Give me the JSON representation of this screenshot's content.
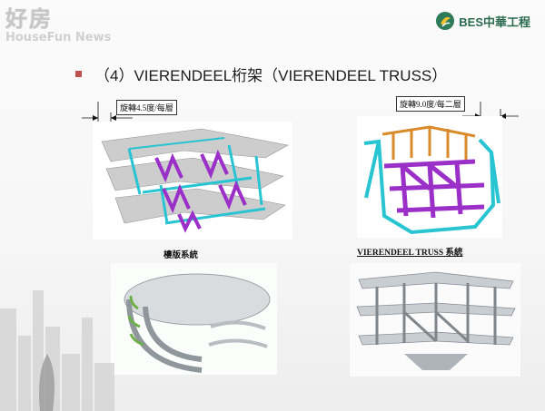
{
  "watermark": {
    "primary": "好房",
    "secondary": "HouseFun News"
  },
  "brand": {
    "name": "BES中華工程",
    "color": "#2a6a4f"
  },
  "slide": {
    "bullet_color": "#c0504d",
    "title": "（4）VIERENDEEL桁架（VIERENDEEL TRUSS）"
  },
  "figures": {
    "rotation_note_left": "旋轉4.5度/每層",
    "rotation_note_right": "旋轉9.0度/每二層",
    "caption_left": "樓版系統",
    "caption_right": "VIERENDEEL TRUSS 系統"
  },
  "colors": {
    "truss_purple": "#9b30c9",
    "truss_cyan": "#29c4d2",
    "truss_orange": "#d98a2b"
  },
  "icons": [
    "brand-logo-icon"
  ]
}
